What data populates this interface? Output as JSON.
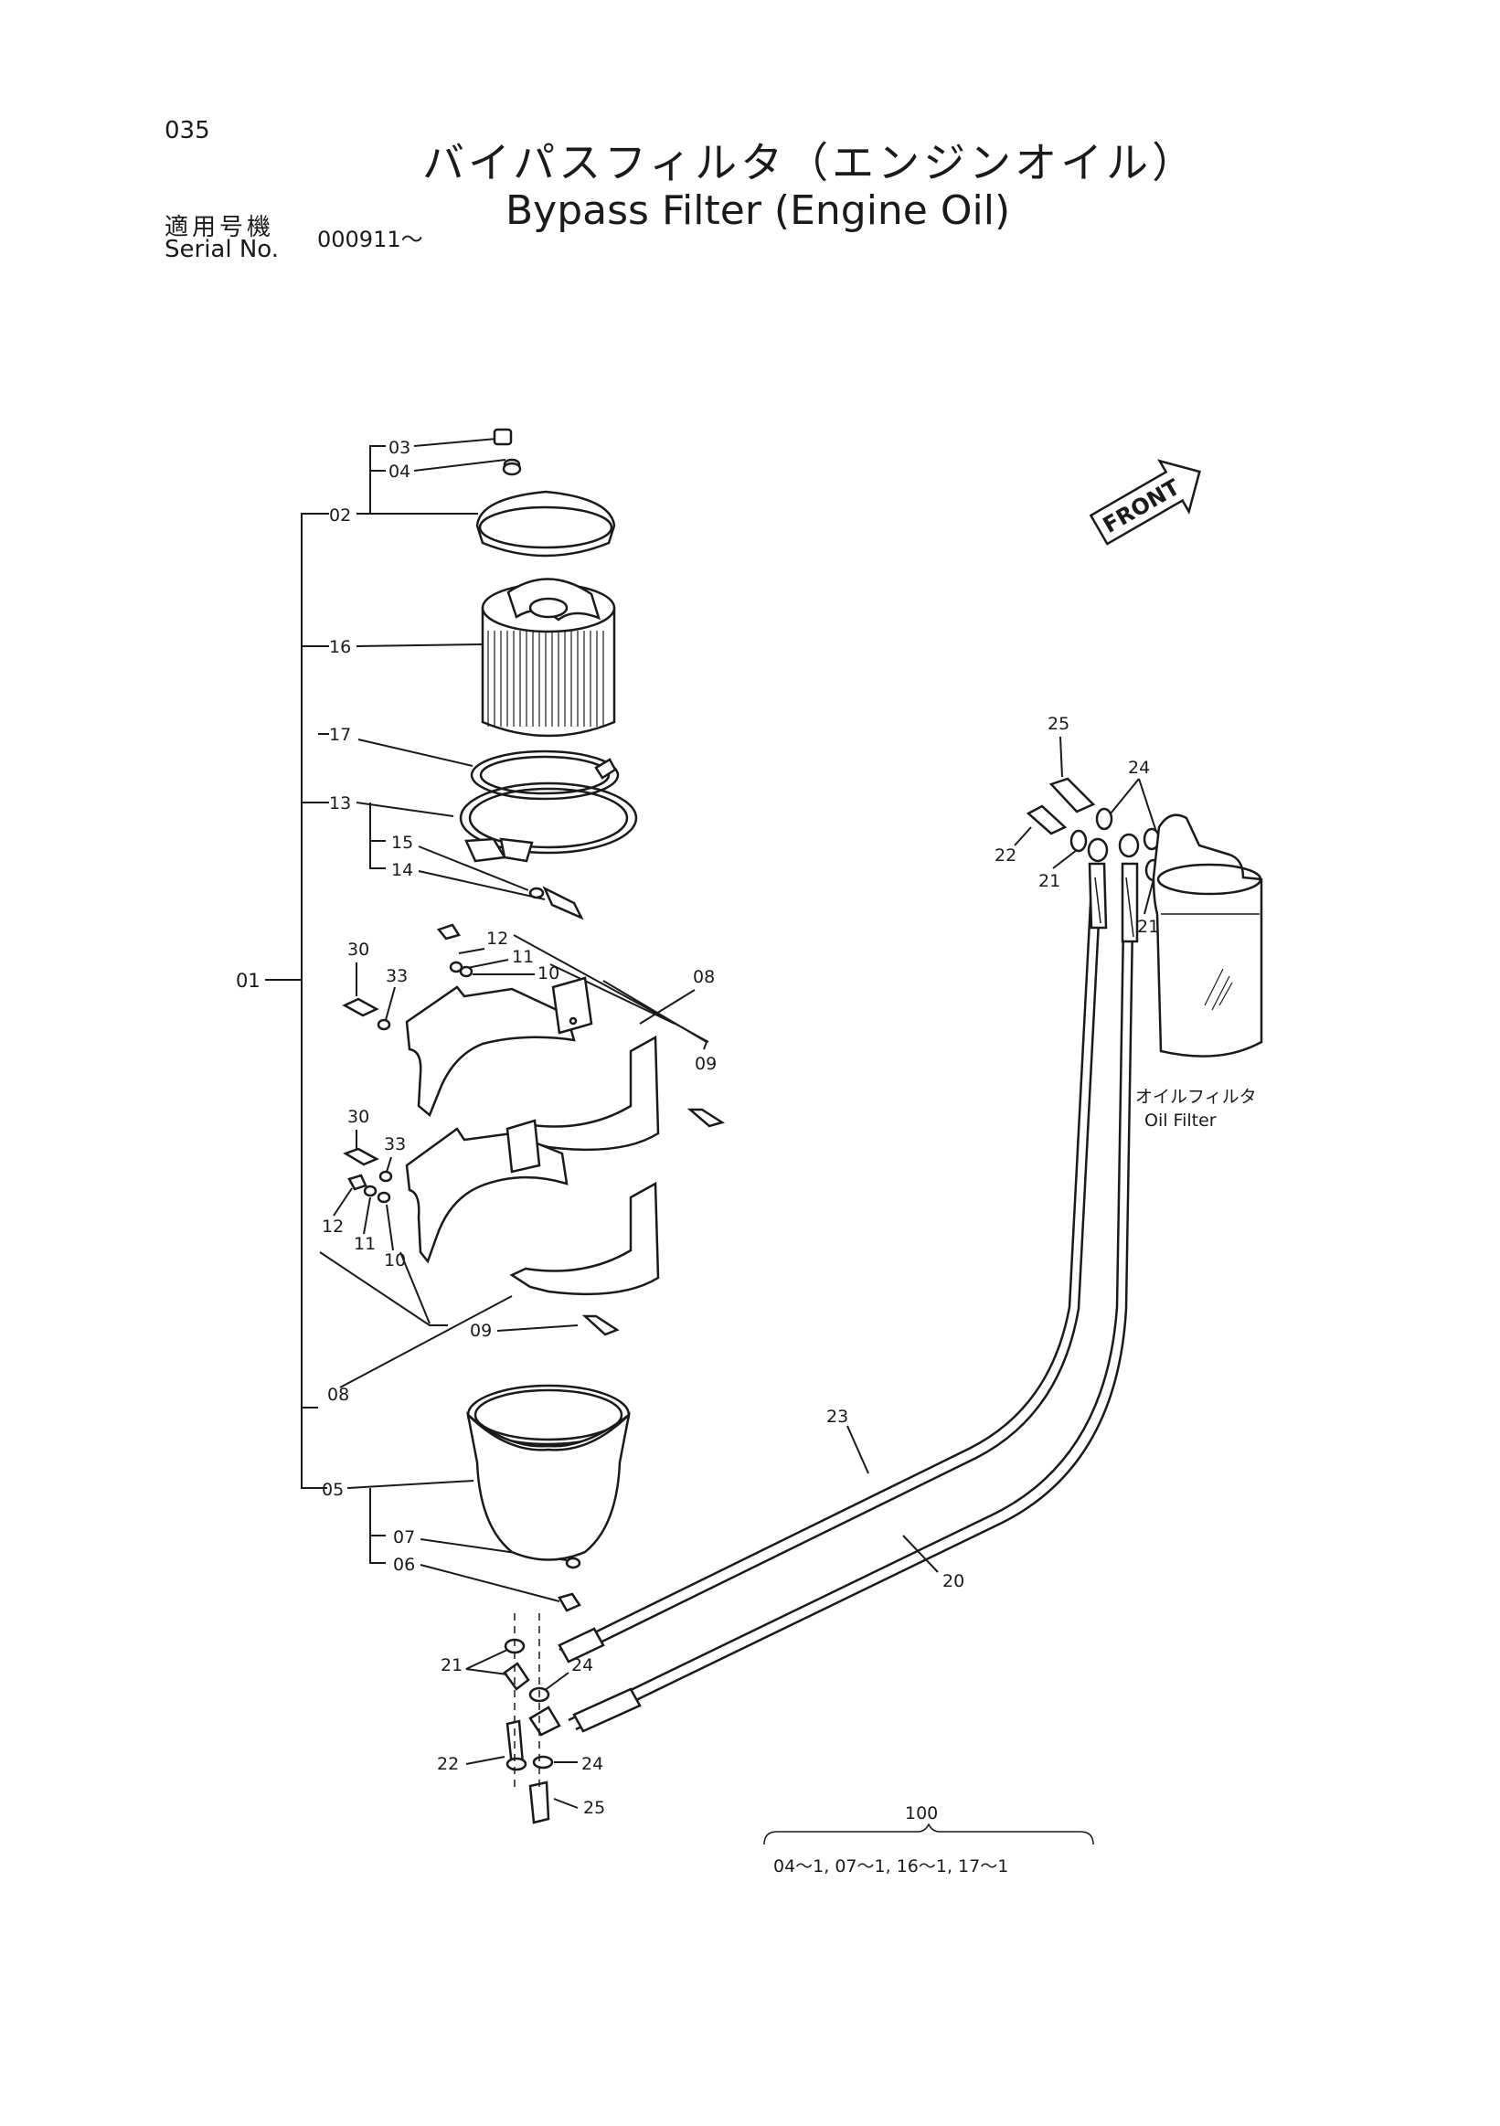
{
  "header": {
    "page_number": "035",
    "title_jp": "バイパスフィルタ（エンジンオイル）",
    "title_en": "Bypass Filter (Engine Oil)",
    "serial_jp": "適用号機",
    "serial_label": "Serial No.",
    "serial_value": "000911～"
  },
  "callouts": {
    "c01": "01",
    "c02": "02",
    "c03": "03",
    "c04": "04",
    "c05": "05",
    "c06": "06",
    "c07": "07",
    "c08a": "08",
    "c08b": "08",
    "c09a": "09",
    "c09b": "09",
    "c10a": "10",
    "c10b": "10",
    "c11a": "11",
    "c11b": "11",
    "c12a": "12",
    "c12b": "12",
    "c13": "13",
    "c14": "14",
    "c15": "15",
    "c16": "16",
    "c17": "17",
    "c20": "20",
    "c21a": "21",
    "c21b": "21",
    "c21c": "21",
    "c22a": "22",
    "c22b": "22",
    "c23": "23",
    "c24a": "24",
    "c24b": "24",
    "c24c": "24",
    "c25a": "25",
    "c25b": "25",
    "c30a": "30",
    "c30b": "30",
    "c33a": "33",
    "c33b": "33"
  },
  "front_marker": "FRONT",
  "oil_filter": {
    "label_jp": "オイルフィルタ",
    "label_en": "Oil Filter"
  },
  "kit": {
    "number": "100",
    "contents": "04～1, 07～1, 16～1, 17～1"
  }
}
